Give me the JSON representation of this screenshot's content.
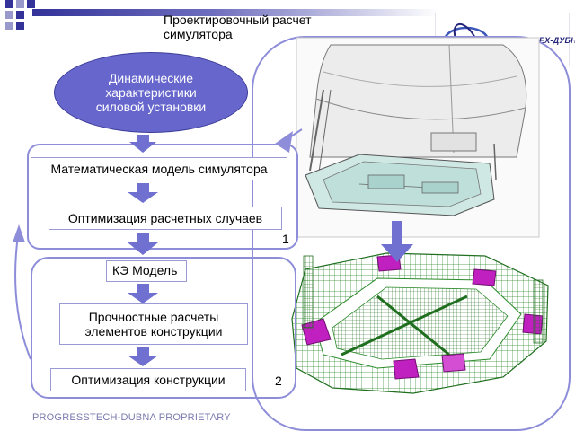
{
  "header": {
    "title": "Проектировочный расчет симулятора",
    "logo_text": "ПРОГРЕССТЕХ-ДУБНА"
  },
  "diagram": {
    "ellipse_label": "Динамические характеристики силовой установки",
    "steps": {
      "math_model": "Математическая модель симулятора",
      "case_optimization": "Оптимизация расчетных случаев",
      "fe_model": "КЭ Модель",
      "strength_calc": "Прочностные расчеты элементов конструкции",
      "structure_optimization": "Оптимизация конструкции"
    },
    "markers": {
      "one": "1",
      "two": "2"
    }
  },
  "footer": {
    "text": "PROGRESSTECH-DUBNA PROPRIETARY"
  },
  "colors": {
    "accent": "#6666cc",
    "frame": "#8d8dd9",
    "arrow": "#7070d0",
    "mesh_green": "#2a8a2a",
    "mesh_magenta": "#c020c0"
  },
  "icons": [
    "logo-icon",
    "cabin-render-icon",
    "fe-mesh-icon"
  ]
}
